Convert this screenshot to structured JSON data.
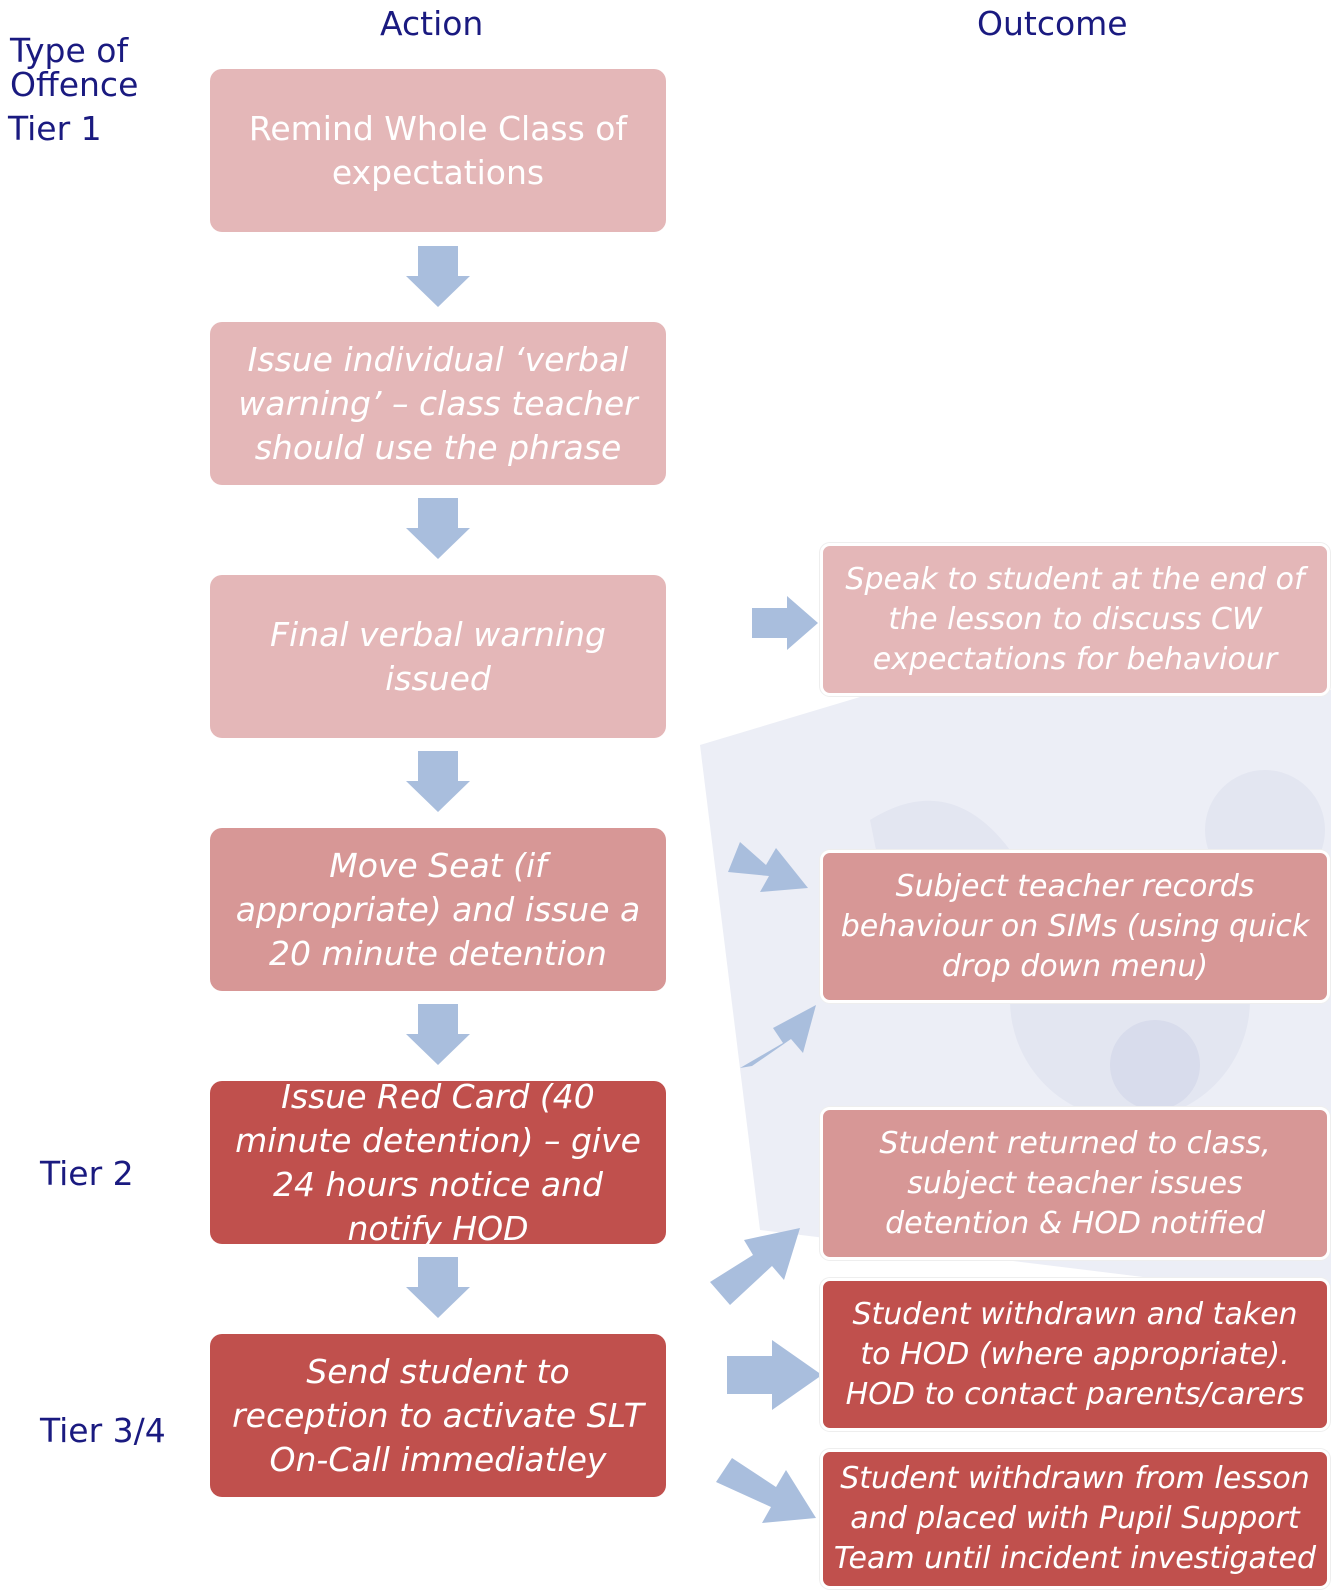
{
  "headers": {
    "action": "Action",
    "outcome": "Outcome",
    "type_of_offence": "Type of Offence"
  },
  "tiers": {
    "tier1": "Tier 1",
    "tier2": "Tier 2",
    "tier34": "Tier 3/4"
  },
  "actions": [
    "Remind Whole Class of expectations",
    "Issue individual ‘verbal warning’ – class teacher should use the phrase",
    "Final verbal warning issued",
    "Move Seat (if appropriate) and issue a 20 minute detention",
    "Issue Red Card (40 minute detention) – give 24 hours notice and notify HOD",
    "Send student to reception to activate SLT On-Call immediatley"
  ],
  "outcomes": [
    "Speak to student at the end of the lesson to discuss CW expectations for behaviour",
    "Subject teacher records behaviour on SIMs (using quick drop down menu)",
    "Student returned to class, subject teacher issues detention & HOD notified",
    "Student withdrawn and taken to HOD (where appropriate). HOD to contact parents/carers",
    "Student withdrawn from lesson and placed with Pupil Support Team until incident investigated"
  ],
  "colors": {
    "header_text": "#1a1a80",
    "action_light": "#e4b7b8",
    "action_medium": "#d79796",
    "action_dark": "#c0504d",
    "arrow": "#a9bedd",
    "watermark": "#e6e8f2"
  }
}
